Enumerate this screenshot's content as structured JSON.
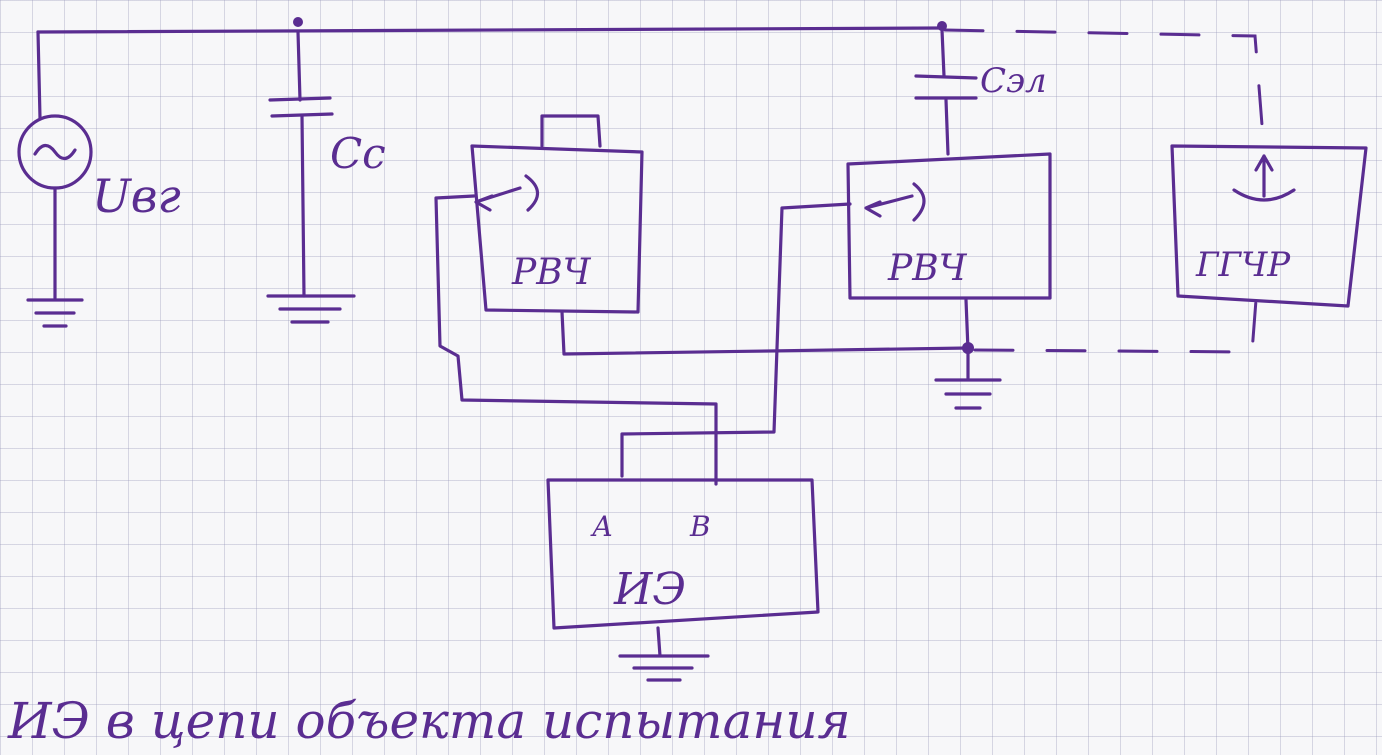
{
  "labels": {
    "source": "Uвг",
    "cc": "Cc",
    "cel": "Cэл",
    "rvch1": "РВЧ",
    "rvch2": "РВЧ",
    "ggchr": "ГГЧР",
    "ie": "ИЭ",
    "port_a": "А",
    "port_b": "В",
    "caption": "ИЭ в цепи объекта испытания"
  },
  "colors": {
    "ink": "#5a2d91",
    "paper": "#f7f7f9",
    "grid": "#9696b9"
  }
}
